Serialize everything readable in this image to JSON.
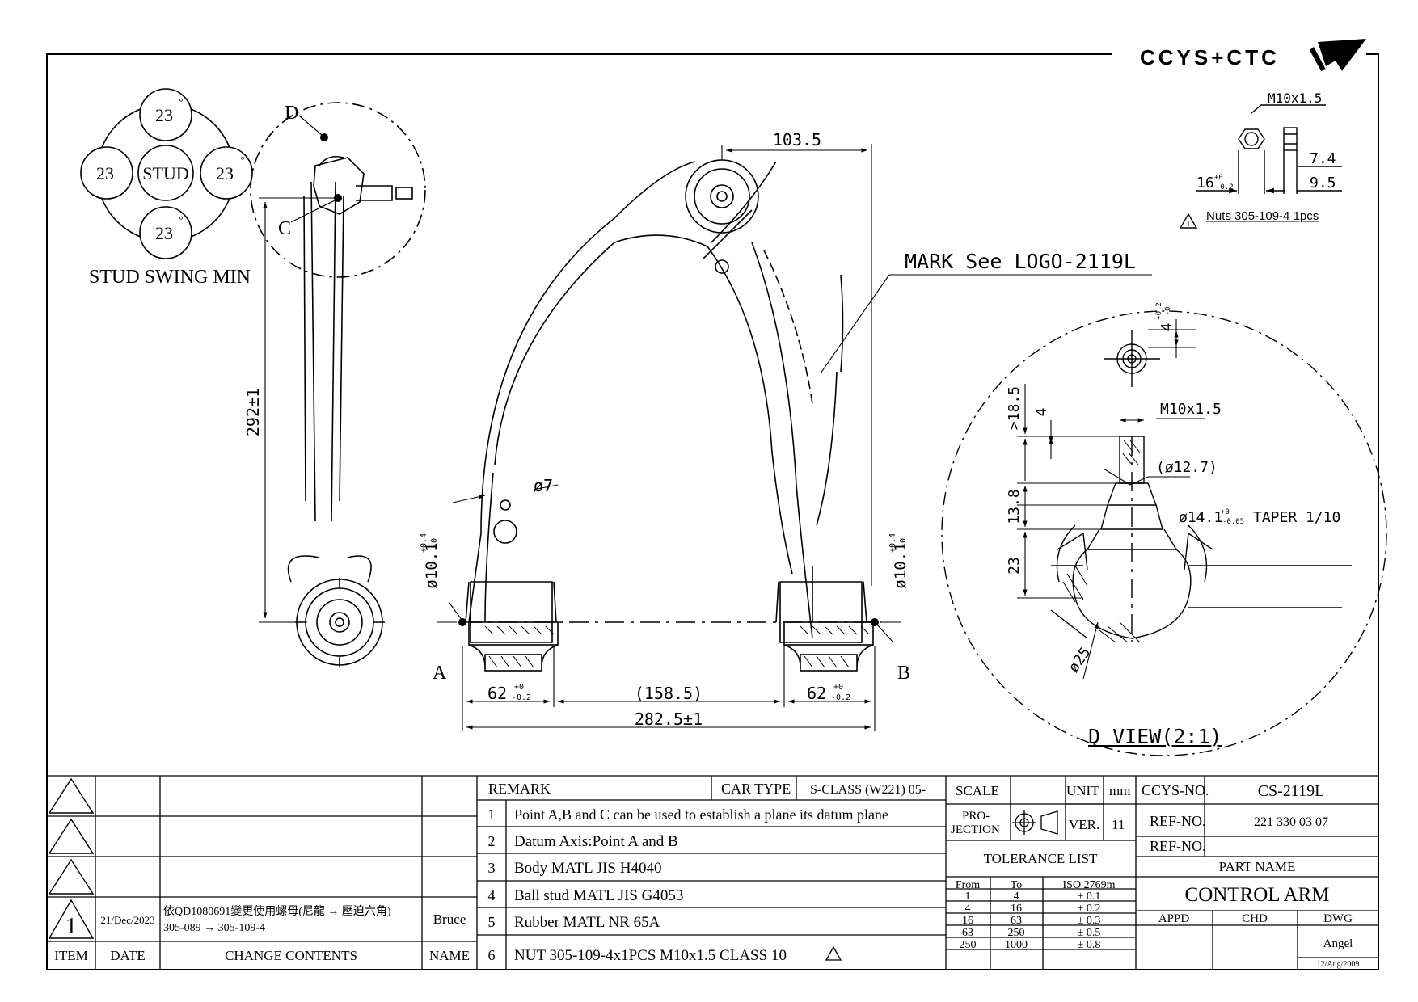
{
  "brand": {
    "logo_text": "CCYS+CTC"
  },
  "stud_swing": {
    "center_label": "STUD",
    "angles": [
      "23",
      "23",
      "23",
      "23"
    ],
    "degree_mark": "°",
    "caption": "STUD SWING MIN"
  },
  "side_view": {
    "label_d": "D",
    "label_c": "C",
    "dim_height": "292±1"
  },
  "front_view": {
    "dim_top": "103.5",
    "dim_hole": "ø7",
    "dim_bush_left": "ø10.1",
    "dim_bush_right": "ø10.1",
    "tol_bush_upper": "+0.4",
    "tol_bush_lower": "-0",
    "label_a": "A",
    "label_b": "B",
    "dim_left_len": "62",
    "dim_mid": "(158.5)",
    "dim_right_len": "62",
    "tol_len_upper": "+0",
    "tol_len_lower": "-0.2",
    "dim_total": "282.5±1"
  },
  "mark_note": "MARK See LOGO-2119L",
  "nut_detail": {
    "thread": "M10x1.5",
    "dim_a": "7.4",
    "dim_b": "9.5",
    "dim_c": "16",
    "tol_c_upper": "+0",
    "tol_c_lower": "-0.2",
    "note": "Nuts 305-109-4 1pcs"
  },
  "d_view": {
    "title": "D VIEW(2:1)",
    "thread": "M10x1.5",
    "dim_127": "(ø12.7)",
    "dim_taper": "ø14.1",
    "tol_taper_upper": "+0",
    "tol_taper_lower": "-0.05",
    "taper_text": "TAPER 1/10",
    "dim_185": ">18.5",
    "dim_4": "4",
    "dim_138": "13.8",
    "dim_23": "23",
    "dim_25": "ø25",
    "dim_top_4": "4",
    "tol_top_upper": "+0.2",
    "tol_top_lower": "-0"
  },
  "revision_table": {
    "rows": [
      {
        "rev": "",
        "date": "",
        "content": "",
        "name": ""
      },
      {
        "rev": "",
        "date": "",
        "content": "",
        "name": ""
      },
      {
        "rev": "",
        "date": "",
        "content": "",
        "name": ""
      },
      {
        "rev": "1",
        "date": "21/Dec/2023",
        "content_line1": "依QD1080691變更使用螺母(尼龍 → 壓迫六角)",
        "content_line2": "305-089 → 305-109-4",
        "name": "Bruce"
      }
    ],
    "header": {
      "item": "ITEM",
      "date": "DATE",
      "content": "CHANGE CONTENTS",
      "name": "NAME"
    }
  },
  "remark_table": {
    "title": "REMARK",
    "car_type_label": "CAR TYPE",
    "car_type_value": "S-CLASS (W221) 05-",
    "items": [
      {
        "no": "1",
        "text": "Point A,B and C can be used to establish a plane its datum plane"
      },
      {
        "no": "2",
        "text": "Datum Axis:Point A and B"
      },
      {
        "no": "3",
        "text": "Body MATL JIS H4040"
      },
      {
        "no": "4",
        "text": "Ball stud MATL JIS G4053"
      },
      {
        "no": "5",
        "text": "Rubber MATL NR 65A"
      },
      {
        "no": "6",
        "text": "NUT 305-109-4x1PCS M10x1.5 CLASS 10"
      }
    ]
  },
  "spec_table": {
    "scale_label": "SCALE",
    "scale_value": "",
    "unit_label": "UNIT",
    "unit_value": "mm",
    "projection_label_1": "PRO-",
    "projection_label_2": "JECTION",
    "ver_label": "VER.",
    "ver_value": "11",
    "tolerance_title": "TOLERANCE LIST",
    "tol_headers": [
      "From",
      "To",
      "ISO 2769m"
    ],
    "tol_rows": [
      [
        "1",
        "4",
        "± 0.1"
      ],
      [
        "4",
        "16",
        "± 0.2"
      ],
      [
        "16",
        "63",
        "± 0.3"
      ],
      [
        "63",
        "250",
        "± 0.5"
      ],
      [
        "250",
        "1000",
        "± 0.8"
      ]
    ]
  },
  "part_block": {
    "ccys_no_label": "CCYS-NO.",
    "ccys_no_value": "CS-2119L",
    "ref_no_label_1": "REF-NO.",
    "ref_no_value_1": "221 330 03 07",
    "ref_no_label_2": "REF-NO.",
    "ref_no_value_2": "",
    "part_name_label": "PART NAME",
    "part_name_value": "CONTROL ARM",
    "appd_label": "APPD",
    "chd_label": "CHD",
    "dwg_label": "DWG",
    "dwg_name": "Angel",
    "dwg_date": "12/Aug/2009"
  }
}
